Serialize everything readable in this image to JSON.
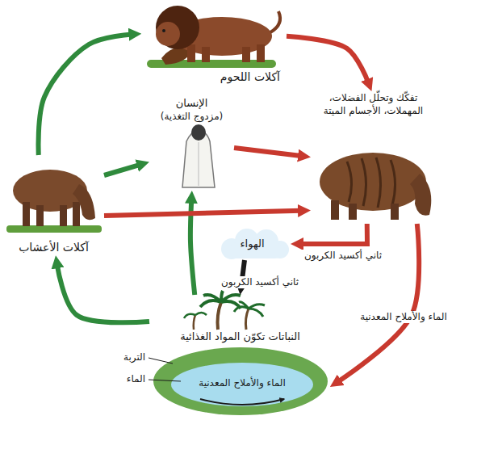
{
  "diagram": {
    "nodes": [
      {
        "text": [
          "آكلات اللحوم"
        ]
      },
      {
        "text": [
          "الإنسان",
          "(مزدوج التغذية)"
        ]
      },
      {
        "text": [
          "تفكّك وتحلّل الفضلات، المهملات، الأجسام الميتة"
        ]
      },
      {
        "text": [
          "آكلات الأعشاب"
        ]
      },
      {
        "text": [
          "الهواء"
        ]
      },
      {
        "text": [
          "النباتات تكوّن المواد الغذائية"
        ]
      }
    ],
    "edges": [
      {
        "from": 3,
        "to": 0,
        "arrow": "to"
      },
      {
        "from": 3,
        "to": 1,
        "arrow": "to"
      },
      {
        "from": 5,
        "to": 3,
        "arrow": "to"
      },
      {
        "from": 5,
        "to": 1,
        "arrow": "to"
      },
      {
        "from": 0,
        "to": 2,
        "arrow": "to"
      },
      {
        "from": 1,
        "to": 2,
        "arrow": "to"
      },
      {
        "from": 3,
        "to": 2,
        "arrow": "to"
      },
      {
        "from": 2,
        "to": 4,
        "label": "ثاني أكسيد الكربون",
        "arrow": "to"
      },
      {
        "from": 2,
        "to": 5,
        "label": "الماء والأملاح المعدنية",
        "arrow": "to"
      },
      {
        "from": 4,
        "to": 5,
        "label": "ثاني أكسيد الكربون",
        "arrow": "to"
      }
    ],
    "labels": [
      "التربة",
      "الماء",
      "الماء والأملاح المعدنية"
    ]
  }
}
